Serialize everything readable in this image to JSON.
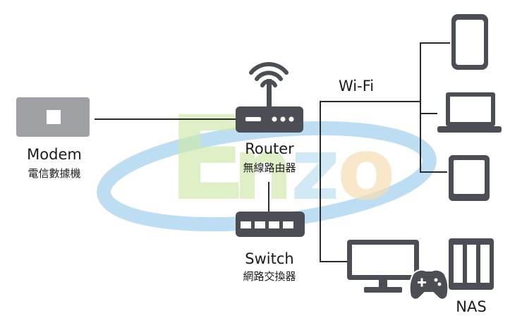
{
  "labels": {
    "modem": "Modem",
    "modem_zh": "電信數據機",
    "router": "Router",
    "router_zh": "無線路由器",
    "switch": "Switch",
    "switch_zh": "網路交換器",
    "wifi": "Wi-Fi",
    "nas": "NAS"
  },
  "watermark": {
    "text": "Enzo",
    "colors": [
      "#cfe9a8",
      "#cfe9a8",
      "#bde1f2",
      "#f6ddb2"
    ]
  },
  "colors": {
    "device": "#4b4f55",
    "line": "#2b2b2b",
    "modem_body": "#9ea0a3",
    "ellipse": "#a8d3ee"
  },
  "icons": [
    "wifi-signal-icon",
    "router-icon",
    "modem-icon",
    "switch-icon",
    "phone-icon",
    "laptop-icon",
    "tablet-icon",
    "monitor-icon",
    "gamepad-icon",
    "nas-icon"
  ]
}
